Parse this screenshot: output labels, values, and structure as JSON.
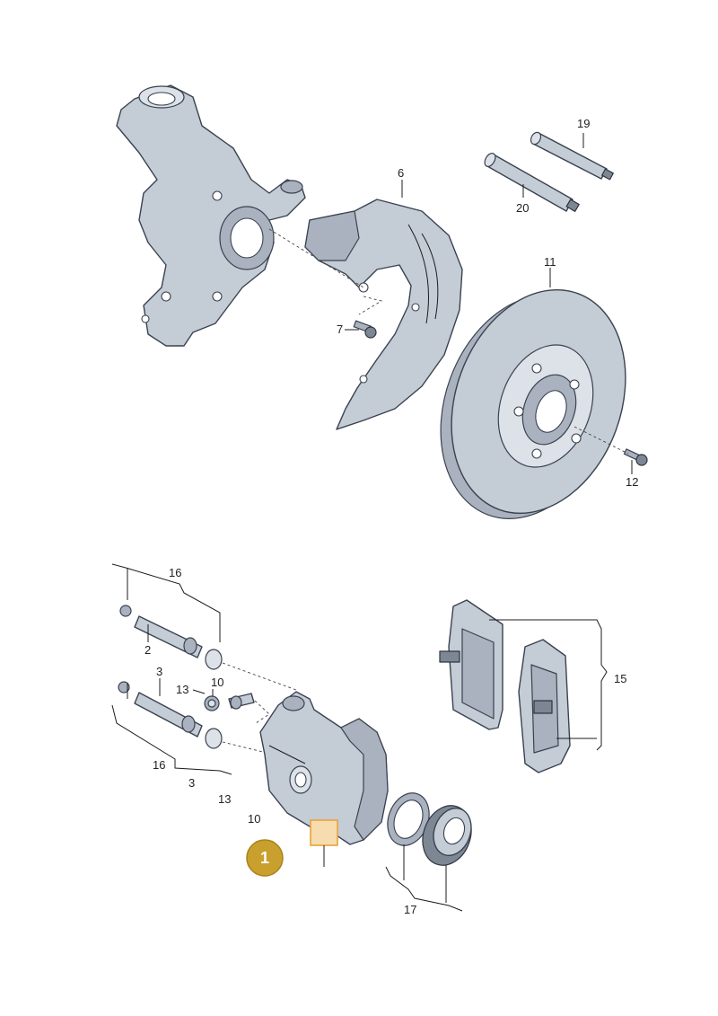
{
  "callouts": {
    "l19": "19",
    "l20": "20",
    "l6": "6",
    "l7": "7",
    "l11": "11",
    "l12": "12",
    "l16a": "16",
    "l2": "2",
    "l3a": "3",
    "l13a": "13",
    "l10a": "10",
    "l16b": "16",
    "l3b": "3",
    "l13b": "13",
    "l10b": "10",
    "l15": "15",
    "l17": "17"
  },
  "badge": {
    "number": "1",
    "color": "#c9a02e"
  },
  "colors": {
    "part": "#c4ccd6",
    "outline": "#3a4250",
    "highlight": "#e8a33a"
  }
}
